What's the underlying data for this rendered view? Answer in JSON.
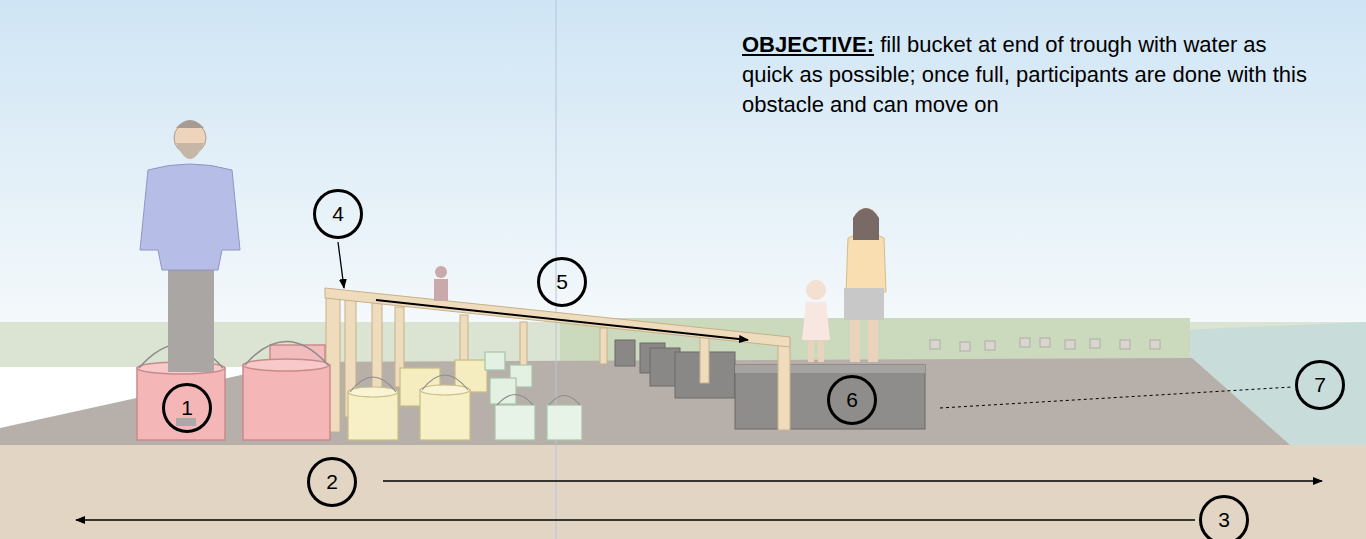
{
  "diagram": {
    "labels": [
      "OBJECTIVE:",
      "fill bucket at end of trough with water as quick as possible; once full, participants are done with this obstacle and can move on",
      "1",
      "2",
      "3",
      "4",
      "5",
      "6",
      "7"
    ]
  }
}
